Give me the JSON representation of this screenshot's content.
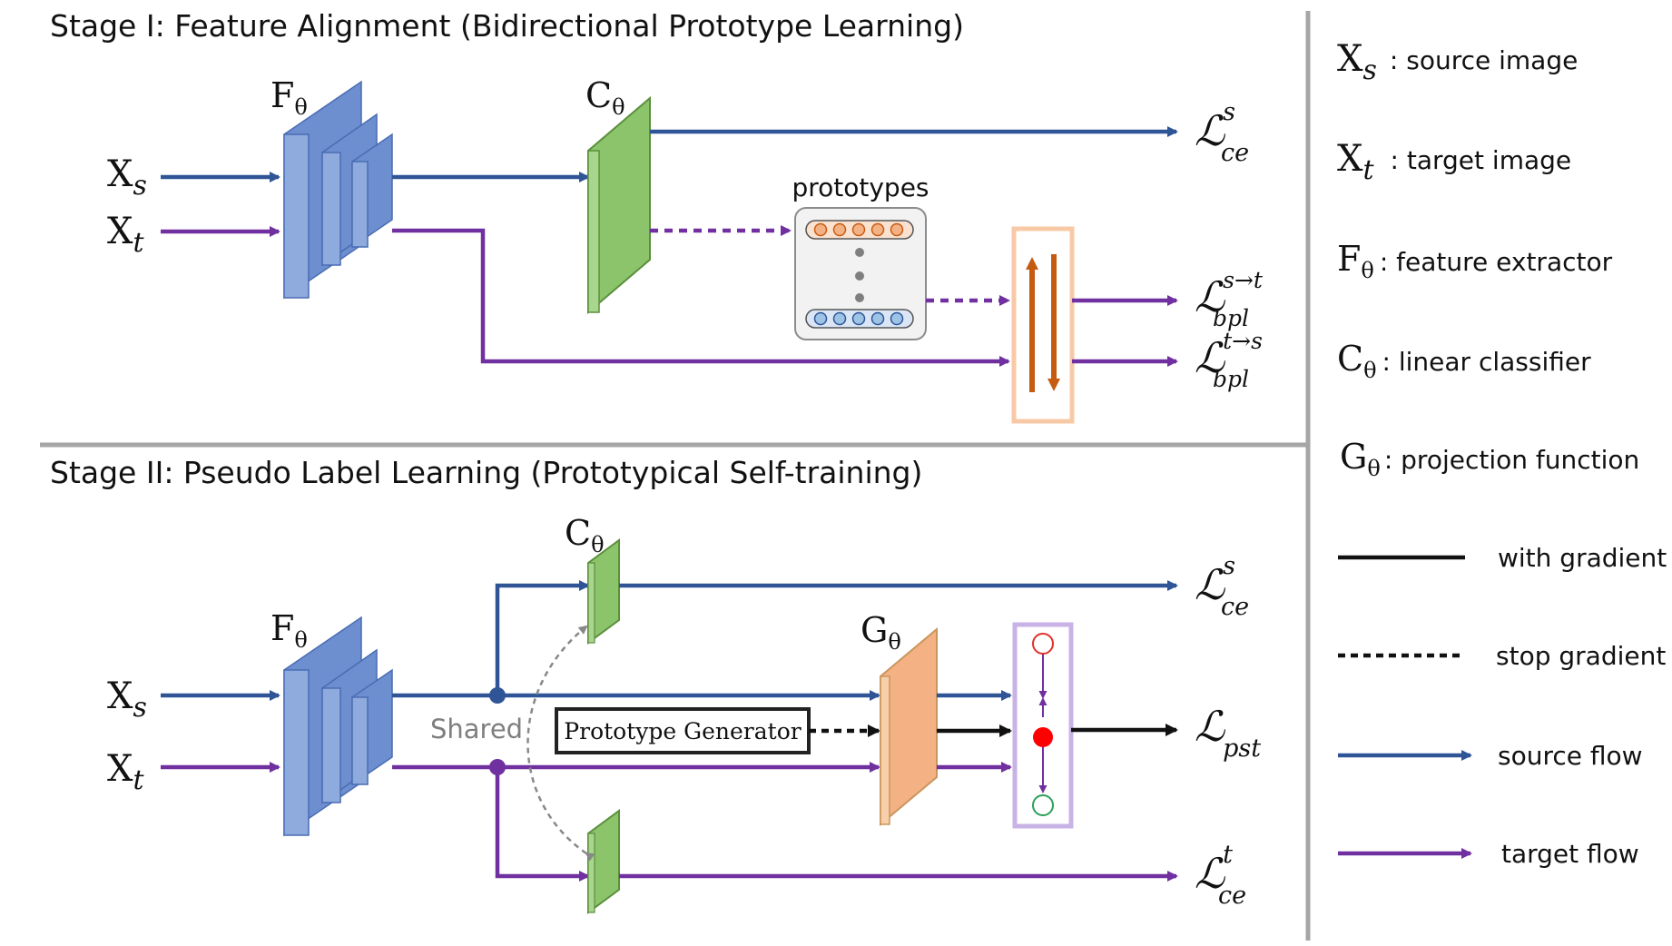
{
  "colors": {
    "source": "#2f5597",
    "target": "#7030a0",
    "encoder_front": "#8faadc",
    "encoder_back": "#6d8fd0",
    "classifier": "#8bc46a",
    "projection": "#f4b183",
    "prototype_highlight": "#f8c9a6",
    "pst_highlight": "#c9b3e6",
    "bpl_arrow": "#c55a11"
  },
  "stage1": {
    "title": "Stage I: Feature Alignment (Bidirectional Prototype Learning)",
    "input_source": {
      "base": "X",
      "sub": "s"
    },
    "input_target": {
      "base": "X",
      "sub": "t"
    },
    "encoder": {
      "base": "F",
      "sub": "θ"
    },
    "classifier": {
      "base": "C",
      "sub": "θ"
    },
    "prototypes_label": "prototypes",
    "loss_ce_source": {
      "base": "ℒ",
      "sup": "s",
      "sub": "ce"
    },
    "loss_bpl_st": {
      "base": "ℒ",
      "sup": "s→t",
      "sub": "bpl"
    },
    "loss_bpl_ts": {
      "base": "ℒ",
      "sup": "t→s",
      "sub": "bpl"
    }
  },
  "stage2": {
    "title": "Stage II: Pseudo Label Learning (Prototypical Self-training)",
    "input_source": {
      "base": "X",
      "sub": "s"
    },
    "input_target": {
      "base": "X",
      "sub": "t"
    },
    "encoder": {
      "base": "F",
      "sub": "θ"
    },
    "classifier": {
      "base": "C",
      "sub": "θ"
    },
    "projection": {
      "base": "G",
      "sub": "θ"
    },
    "shared_label": "Shared",
    "prototype_generator_label": "Prototype Generator",
    "loss_ce_source": {
      "base": "ℒ",
      "sup": "s",
      "sub": "ce"
    },
    "loss_pst": {
      "base": "ℒ",
      "sub": "pst"
    },
    "loss_ce_target": {
      "base": "ℒ",
      "sup": "t",
      "sub": "ce"
    }
  },
  "legend": {
    "items": [
      {
        "base": "X",
        "sub": "s",
        "text": ": source image"
      },
      {
        "base": "X",
        "sub": "t",
        "text": ": target image"
      },
      {
        "base": "F",
        "sub": "θ",
        "text": ": feature extractor"
      },
      {
        "base": "C",
        "sub": "θ",
        "text": ": linear classifier"
      },
      {
        "base": "G",
        "sub": "θ",
        "text": ": projection function"
      }
    ],
    "line_items": [
      {
        "style": "solid",
        "text": "with gradient"
      },
      {
        "style": "dashed",
        "text": "stop gradient"
      },
      {
        "style": "source",
        "text": "source flow"
      },
      {
        "style": "target",
        "text": "target flow"
      }
    ]
  }
}
